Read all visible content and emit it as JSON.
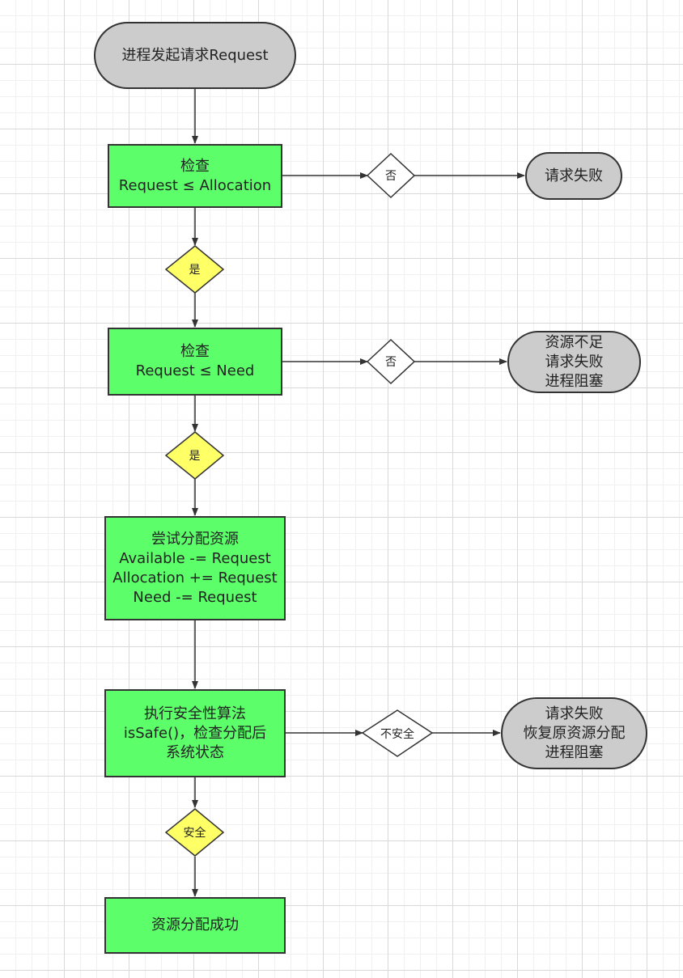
{
  "nodes": {
    "start": {
      "lines": [
        "进程发起请求Request"
      ]
    },
    "check_allocation": {
      "lines": [
        "检查",
        "Request ≤ Allocation"
      ]
    },
    "fail_1": {
      "lines": [
        "请求失败"
      ]
    },
    "check_need": {
      "lines": [
        "检查",
        "Request  ≤ Need"
      ]
    },
    "fail_2": {
      "lines": [
        "资源不足",
        "请求失败",
        "进程阻塞"
      ]
    },
    "try_allocate": {
      "lines": [
        "尝试分配资源",
        "Available -= Request",
        "Allocation += Request",
        "Need -= Request"
      ]
    },
    "safety_check": {
      "lines": [
        "执行安全性算法",
        "isSafe()，检查分配后",
        "系统状态"
      ]
    },
    "fail_3": {
      "lines": [
        "请求失败",
        "恢复原资源分配",
        "进程阻塞"
      ]
    },
    "success": {
      "lines": [
        "资源分配成功"
      ]
    }
  },
  "decisions": {
    "no_1": "否",
    "yes_1": "是",
    "no_2": "否",
    "yes_2": "是",
    "unsafe": "不安全",
    "safe": "安全"
  },
  "colors": {
    "process_fill": "#5cff6a",
    "terminal_fill": "#cccccc",
    "decision_yes_fill": "#ffff66",
    "decision_no_fill": "#ffffff",
    "stroke": "#333333"
  }
}
